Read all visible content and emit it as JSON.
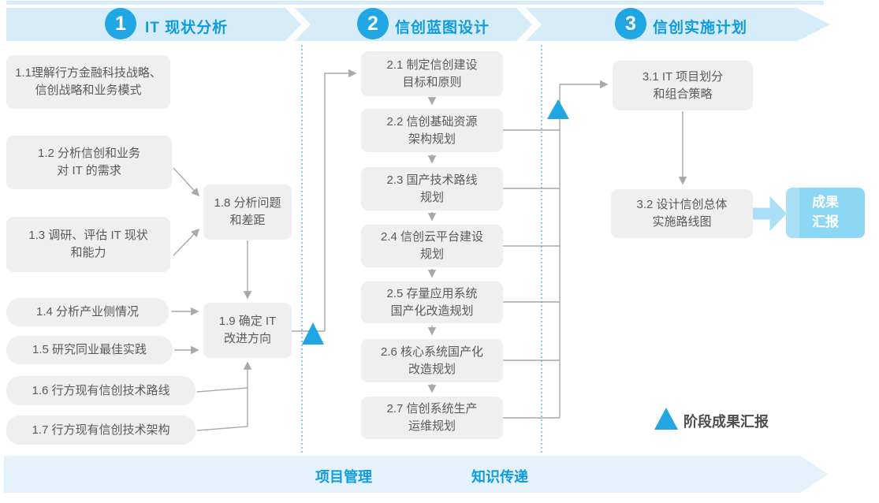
{
  "colors": {
    "accent_blue": "#1FA6E3",
    "title_blue": "#0E9CDF",
    "banner_blue": "#D6ECF9",
    "footer_banner_blue": "#E5F2FB",
    "node_gray": "#EFEFEF",
    "node_text_gray": "#5A5A5A",
    "connector_gray": "#A9A9A9",
    "result_box_blue": "#8CD7F3"
  },
  "phases": [
    {
      "number": "1",
      "title": "IT 现状分析"
    },
    {
      "number": "2",
      "title": "信创蓝图设计"
    },
    {
      "number": "3",
      "title": "信创实施计划"
    }
  ],
  "phase1": {
    "tasks": [
      {
        "lines": [
          "1.1理解行方金融科技战略、",
          "信创战略和业务模式"
        ]
      },
      {
        "lines": [
          "1.2 分析信创和业务",
          "对 IT 的需求"
        ]
      },
      {
        "lines": [
          "1.3 调研、评估 IT 现状",
          "和能力"
        ]
      },
      {
        "lines": [
          "1.4 分析产业侧情况"
        ]
      },
      {
        "lines": [
          "1.5 研究同业最佳实践"
        ]
      },
      {
        "lines": [
          "1.6 行方现有信创技术路线"
        ]
      },
      {
        "lines": [
          "1.7 行方现有信创技术架构"
        ]
      },
      {
        "lines": [
          "1.8 分析问题",
          "和差距"
        ]
      },
      {
        "lines": [
          "1.9 确定 IT",
          "改进方向"
        ]
      }
    ]
  },
  "phase2": {
    "tasks": [
      {
        "lines": [
          "2.1 制定信创建设",
          "目标和原则"
        ]
      },
      {
        "lines": [
          "2.2 信创基础资源",
          "架构规划"
        ]
      },
      {
        "lines": [
          "2.3 国产技术路线",
          "规划"
        ]
      },
      {
        "lines": [
          "2.4 信创云平台建设",
          "规划"
        ]
      },
      {
        "lines": [
          "2.5 存量应用系统",
          "国产化改造规划"
        ]
      },
      {
        "lines": [
          "2.6 核心系统国产化",
          "改造规划"
        ]
      },
      {
        "lines": [
          "2.7 信创系统生产",
          "运维规划"
        ]
      }
    ]
  },
  "phase3": {
    "tasks": [
      {
        "lines": [
          "3.1 IT 项目划分",
          "和组合策略"
        ]
      },
      {
        "lines": [
          "3.2 设计信创总体",
          "实施路线图"
        ]
      }
    ],
    "result": {
      "lines": [
        "成果",
        "汇报"
      ]
    }
  },
  "legend": {
    "label": "阶段成果汇报"
  },
  "footer": {
    "items": [
      "项目管理",
      "知识传递"
    ]
  }
}
